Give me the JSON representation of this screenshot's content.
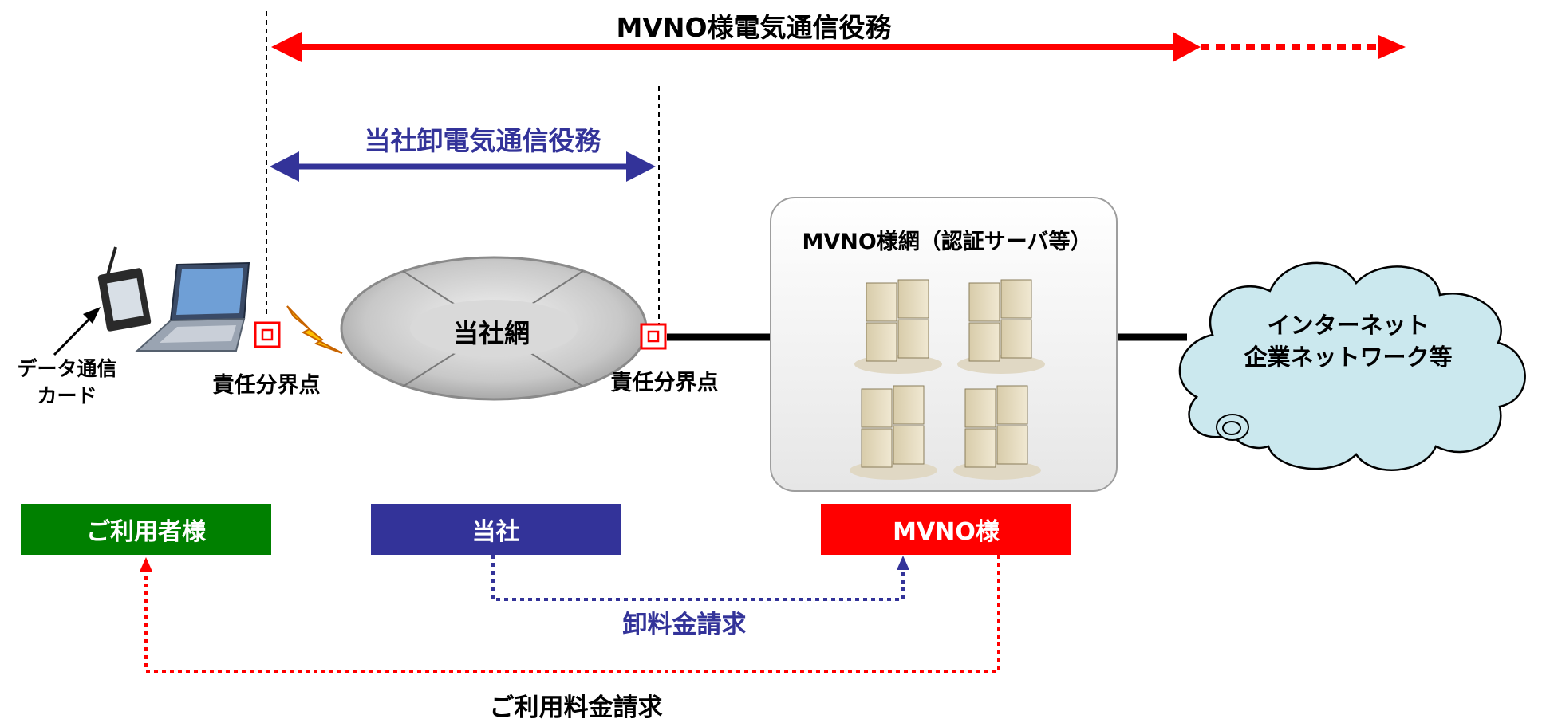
{
  "top_service": {
    "label": "MVNO様電気通信役務"
  },
  "wholesale_service": {
    "label": "当社卸電気通信役務"
  },
  "network": {
    "label": "当社網"
  },
  "mvno_network": {
    "title": "MVNO様網（認証サーバ等）"
  },
  "internet": {
    "label_line1": "インターネット",
    "label_line2": "企業ネットワーク等"
  },
  "device": {
    "label_line1": "データ通信",
    "label_line2": "カード"
  },
  "boundary_left": {
    "label": "責任分界点"
  },
  "boundary_right": {
    "label": "責任分界点"
  },
  "parties": {
    "user": "ご利用者様",
    "company": "当社",
    "mvno": "MVNO様"
  },
  "billing": {
    "wholesale": "卸料金請求",
    "usage": "ご利用料金請求"
  },
  "colors": {
    "red": "#ff0000",
    "navy": "#333399",
    "green": "#008000",
    "cloud": "#cbe8ee"
  }
}
